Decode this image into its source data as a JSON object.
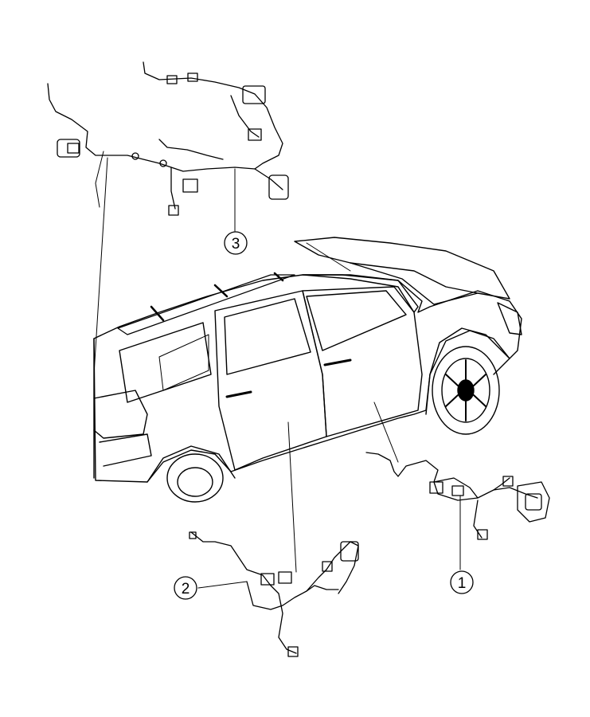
{
  "callouts": [
    {
      "number": "1",
      "part": "door-wiring-harness-front"
    },
    {
      "number": "2",
      "part": "door-wiring-harness-rear"
    },
    {
      "number": "3",
      "part": "liftgate-wiring-harness"
    }
  ],
  "colors": {
    "line": "#000000",
    "background": "#ffffff"
  }
}
